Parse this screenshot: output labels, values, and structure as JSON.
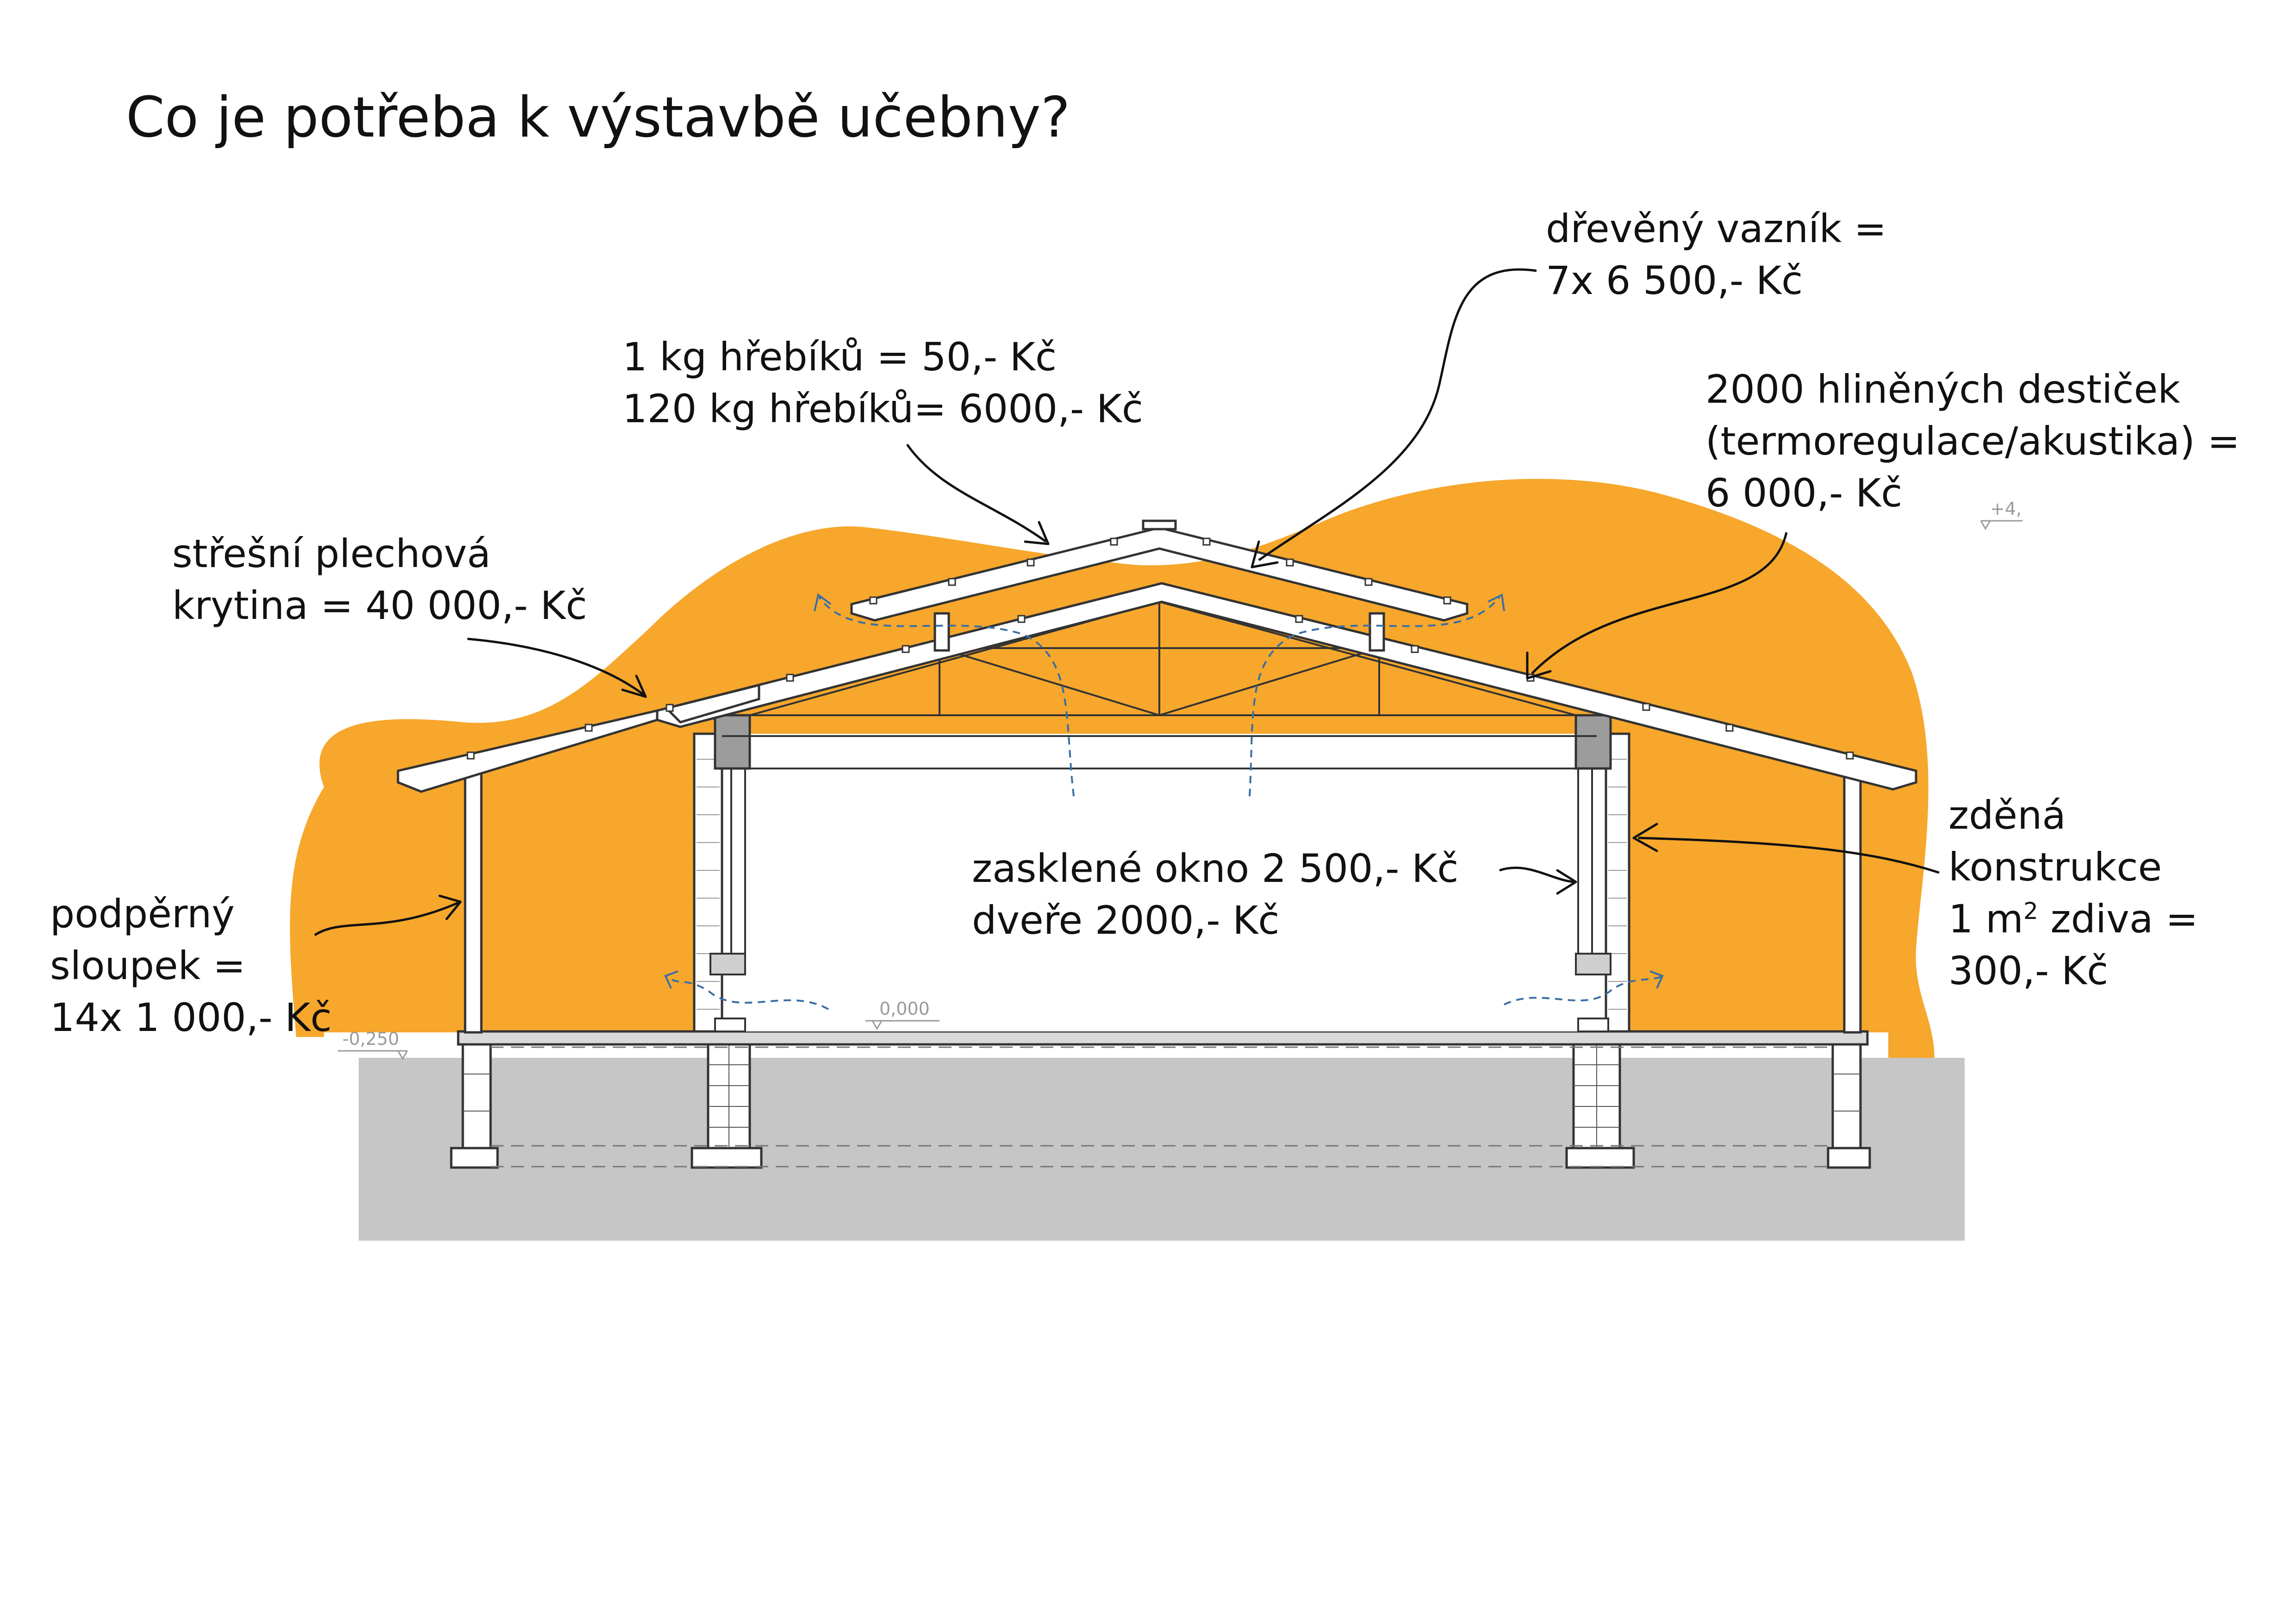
{
  "title": "Co je potřeba k výstavbě učebny?",
  "colors": {
    "accent": "#F6A72C",
    "ground": "#C6C6C6",
    "line": "#333333",
    "airflow": "#3A6EA5"
  },
  "labels": {
    "trusses": {
      "line1": "dřevěný vazník =",
      "line2": "7x 6 500,- Kč"
    },
    "nails": {
      "line1": "1 kg hřebíků = 50,- Kč",
      "line2": "120 kg hřebíků= 6000,- Kč"
    },
    "tiles": {
      "line1": "2000 hliněných destiček",
      "line2": "(termoregulace/akustika) =",
      "line3": "6 000,- Kč"
    },
    "roofing": {
      "line1": "střešní plechová",
      "line2": "krytina = 40 000,- Kč"
    },
    "masonry": {
      "line1": "zděná",
      "line2": "konstrukce",
      "line3_a": "1 m",
      "line3_sup": "2",
      "line3_b": " zdiva =",
      "line4": "300,- Kč"
    },
    "window": {
      "line1": "zasklené okno 2 500,- Kč",
      "line2": "dveře 2000,- Kč"
    },
    "pillar": {
      "line1": "podpěrný",
      "line2": "sloupek =",
      "line3": "14x 1 000,- Kč"
    }
  },
  "levels": {
    "floor": "0,000",
    "ground": "-0,250",
    "ridge": "+4,"
  }
}
